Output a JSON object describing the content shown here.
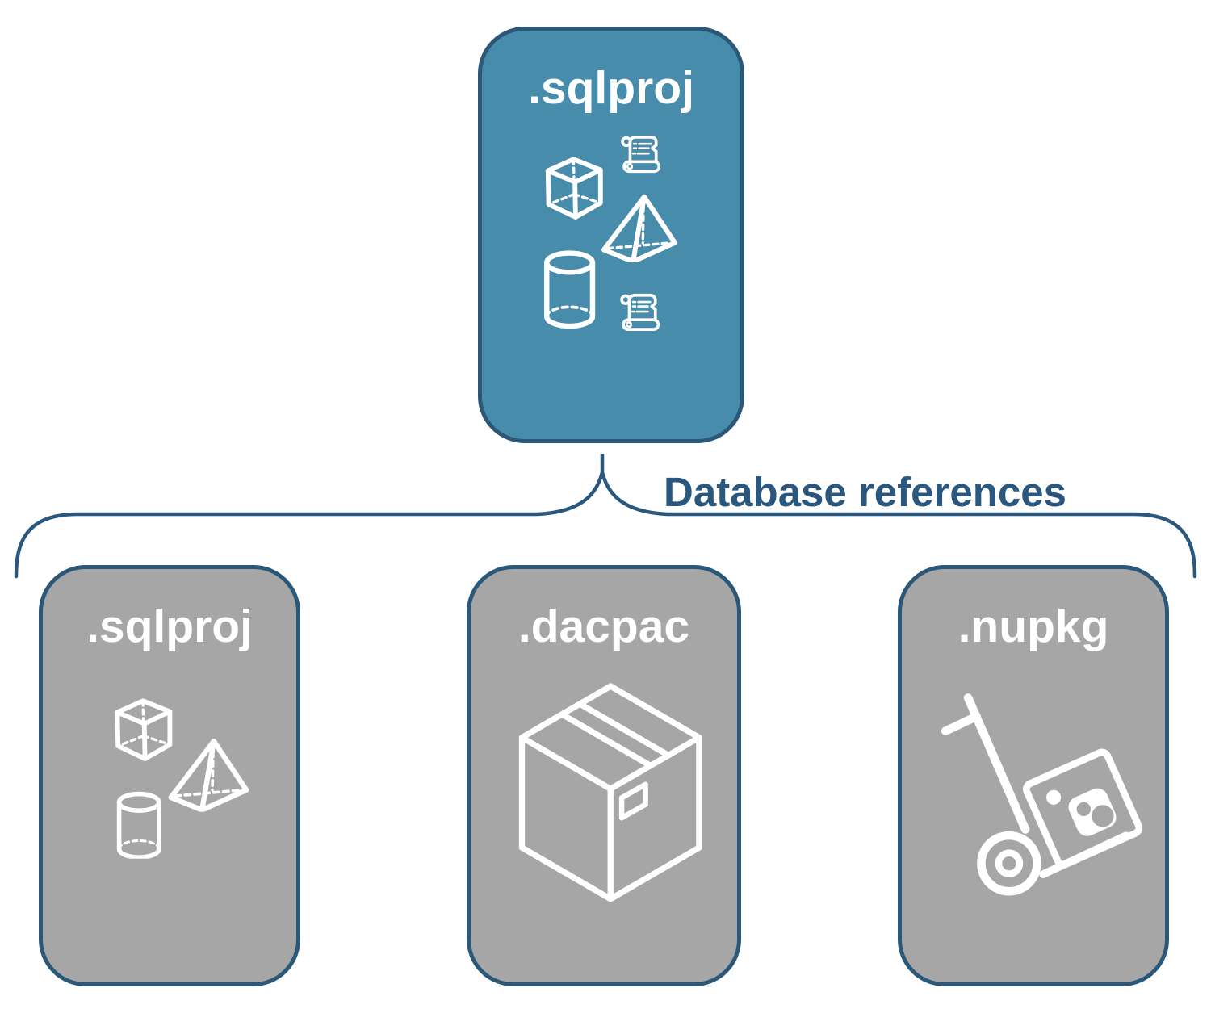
{
  "palette": {
    "accent_fill": "#488CAB",
    "node_border": "#2B5878",
    "gray_fill": "#A6A6A6",
    "icon_stroke": "#FFFFFF",
    "connector_color": "#2A577D",
    "title_color": "#FFFFFF",
    "background": "#FFFFFF"
  },
  "root": {
    "label": ".sqlproj",
    "icons": [
      "cube-icon",
      "scroll-icon",
      "pyramid-icon",
      "cylinder-icon",
      "scroll-icon"
    ]
  },
  "edge": {
    "label": "Database references"
  },
  "children": [
    {
      "label": ".sqlproj",
      "icons": [
        "cube-icon",
        "pyramid-icon",
        "cylinder-icon"
      ]
    },
    {
      "label": ".dacpac",
      "icons": [
        "package-box-icon"
      ]
    },
    {
      "label": ".nupkg",
      "icons": [
        "nuget-hand-truck-icon"
      ]
    }
  ]
}
